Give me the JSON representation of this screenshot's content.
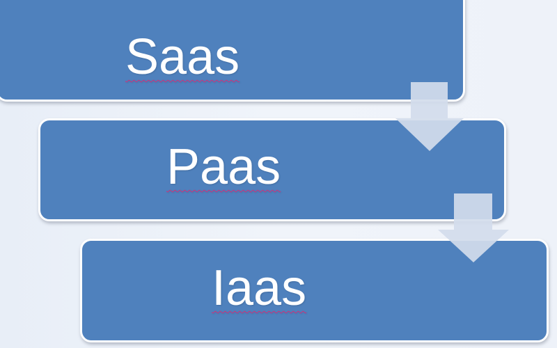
{
  "diagram": {
    "type": "stepped-process",
    "colors": {
      "box_fill": "#4f81bd",
      "box_border": "#ffffff",
      "arrow_fill": "#d2dcec",
      "text": "#ffffff",
      "background": "#eef2f9"
    },
    "steps": [
      {
        "label": "Saas"
      },
      {
        "label": "Paas"
      },
      {
        "label": "Iaas"
      }
    ],
    "connectors": [
      {
        "from": "Saas",
        "to": "Paas",
        "icon": "down-arrow-icon"
      },
      {
        "from": "Paas",
        "to": "Iaas",
        "icon": "down-arrow-icon"
      }
    ]
  }
}
